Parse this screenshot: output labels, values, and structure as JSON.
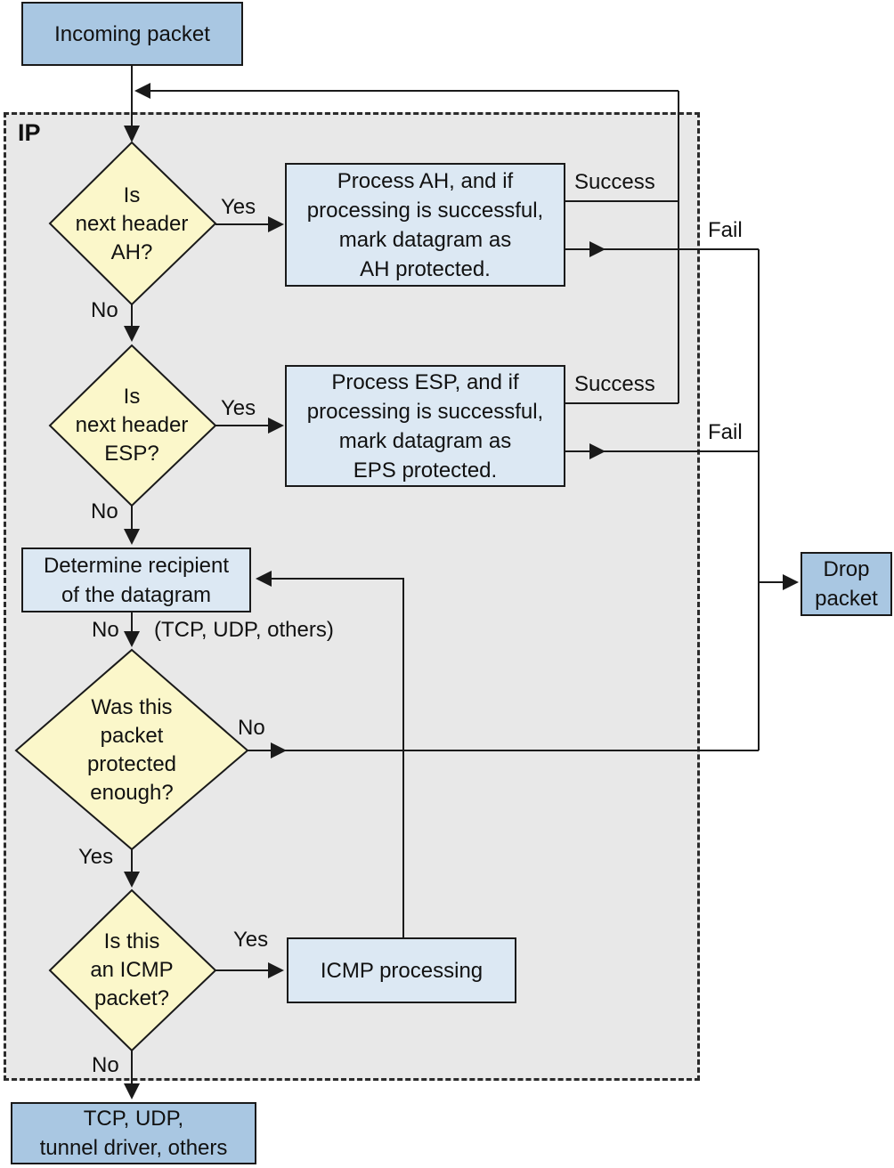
{
  "container": {
    "label": "IP"
  },
  "nodes": {
    "incoming_packet": "Incoming packet",
    "ah_decision": "Is\nnext header\nAH?",
    "ah_process": "Process AH, and if\nprocessing is successful,\nmark datagram as\nAH protected.",
    "esp_decision": "Is\nnext header\nESP?",
    "esp_process": "Process ESP, and if\nprocessing is successful,\nmark datagram as\nEPS protected.",
    "determine_recipient": "Determine recipient\nof the datagram",
    "protected_decision": "Was this\npacket\nprotected\nenough?",
    "icmp_decision": "Is this\nan ICMP\npacket?",
    "icmp_process": "ICMP processing",
    "drop_packet": "Drop\npacket",
    "tcp_udp": "TCP, UDP,\ntunnel driver, others"
  },
  "edge_labels": {
    "ah_yes": "Yes",
    "ah_no": "No",
    "ah_success": "Success",
    "ah_fail": "Fail",
    "esp_yes": "Yes",
    "esp_no": "No",
    "esp_success": "Success",
    "esp_fail": "Fail",
    "recipient_no": "No",
    "recipient_note": "(TCP, UDP, others)",
    "protected_no": "No",
    "protected_yes": "Yes",
    "icmp_yes": "Yes",
    "icmp_no": "No"
  },
  "colors": {
    "terminal_box_fill": "#a9c7e2",
    "process_box_fill": "#dce8f3",
    "decision_fill": "#fbf7ca",
    "container_fill": "#e8e8e8",
    "line": "#1a1a1a"
  }
}
